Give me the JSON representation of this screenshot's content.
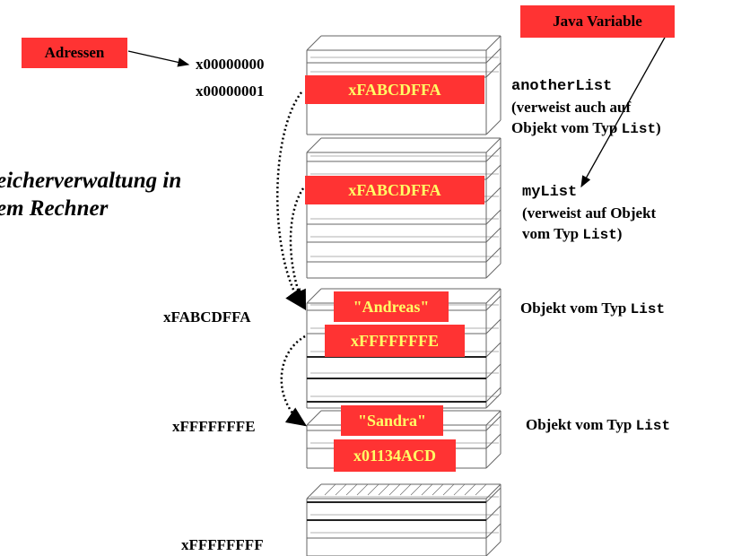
{
  "tags": {
    "adressen": "Adressen",
    "java_variable": "Java Variable"
  },
  "title": {
    "line1": "eicherverwaltung in",
    "line2": "em Rechner"
  },
  "addresses": {
    "a0": "x00000000",
    "a1": "x00000001",
    "list1": "xFABCDFFA",
    "list2": "xFFFFFFFE",
    "last": "xFFFFFFFF"
  },
  "cells": {
    "another_value": "xFABCDFFA",
    "mylist_value": "xFABCDFFA",
    "obj1_name": "\"Andreas\"",
    "obj1_next": "xFFFFFFFE",
    "obj2_name": "\"Sandra\"",
    "obj2_next": "x01134ACD"
  },
  "labels": {
    "another": {
      "var": "anotherList",
      "line2": "(verweist auch auf",
      "line3_a": "Objekt vom Typ ",
      "line3_code": "List",
      "line3_b": ")"
    },
    "mylist": {
      "var": "myList",
      "line2": "(verweist auf Objekt",
      "line3_a": "vom Typ ",
      "line3_code": "List",
      "line3_b": ")"
    },
    "obj1": {
      "text": "Objekt vom Typ ",
      "code": "List"
    },
    "obj2": {
      "text": "Objekt vom Typ ",
      "code": "List"
    }
  },
  "colors": {
    "cell_red": "#ff3333",
    "cell_text": "#ffff66",
    "stroke": "#333333"
  }
}
